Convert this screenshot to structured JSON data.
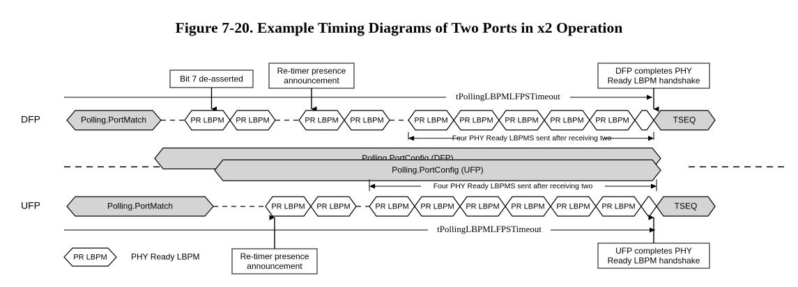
{
  "figure": {
    "title": "Figure 7-20.  Example Timing Diagrams of Two Ports in x2 Operation"
  },
  "rows": {
    "dfp_label": "DFP",
    "ufp_label": "UFP"
  },
  "callouts": {
    "bit7": "Bit 7 de-asserted",
    "retimer_top_line1": "Re-timer presence",
    "retimer_top_line2": "announcement",
    "dfp_complete_line1": "DFP completes PHY",
    "dfp_complete_line2": "Ready LBPM handshake",
    "retimer_bottom_line1": "Re-timer presence",
    "retimer_bottom_line2": "announcement",
    "ufp_complete_line1": "UFP completes PHY",
    "ufp_complete_line2": "Ready LBPM handshake"
  },
  "timing": {
    "dfp_timeout_label": "tPollingLBPMLFPSTimeout",
    "ufp_timeout_label": "tPollingLBPMLFPSTimeout",
    "dfp_four_lbpms": "Four PHY Ready LBPMS sent after receiving two",
    "ufp_four_lbpms": "Four PHY Ready LBPMS sent after receiving two"
  },
  "states": {
    "polling_portmatch": "Polling.PortMatch",
    "pr_lbpm": "PR LBPM",
    "tseq": "TSEQ",
    "portconfig_dfp": "Polling.PortConfig (DFP)",
    "portconfig_ufp": "Polling.PortConfig (UFP)"
  },
  "legend": {
    "symbol_label": "PR LBPM",
    "meaning": "PHY Ready LBPM"
  },
  "colors": {
    "state_fill": "#d4d4d4",
    "line": "#000000",
    "callout_border": "#3a3a3a",
    "background": "#ffffff"
  },
  "dfp_sequence": [
    {
      "label": "Polling.PortMatch",
      "fill": "gray"
    },
    {
      "label": "PR LBPM",
      "fill": "white"
    },
    {
      "label": "PR LBPM",
      "fill": "white"
    },
    {
      "label": "PR LBPM",
      "fill": "white"
    },
    {
      "label": "PR LBPM",
      "fill": "white"
    },
    {
      "label": "PR LBPM",
      "fill": "white"
    },
    {
      "label": "PR LBPM",
      "fill": "white"
    },
    {
      "label": "PR LBPM",
      "fill": "white"
    },
    {
      "label": "PR LBPM",
      "fill": "white"
    },
    {
      "label": "PR LBPM",
      "fill": "white"
    },
    {
      "label": "PR LBPM",
      "fill": "white"
    },
    {
      "label": "TSEQ",
      "fill": "gray"
    }
  ],
  "ufp_sequence": [
    {
      "label": "Polling.PortMatch",
      "fill": "gray"
    },
    {
      "label": "PR LBPM",
      "fill": "white"
    },
    {
      "label": "PR LBPM",
      "fill": "white"
    },
    {
      "label": "PR LBPM",
      "fill": "white"
    },
    {
      "label": "PR LBPM",
      "fill": "white"
    },
    {
      "label": "PR LBPM",
      "fill": "white"
    },
    {
      "label": "PR LBPM",
      "fill": "white"
    },
    {
      "label": "PR LBPM",
      "fill": "white"
    },
    {
      "label": "PR LBPM",
      "fill": "white"
    },
    {
      "label": "PR LBPM",
      "fill": "white"
    },
    {
      "label": "TSEQ",
      "fill": "gray"
    }
  ]
}
